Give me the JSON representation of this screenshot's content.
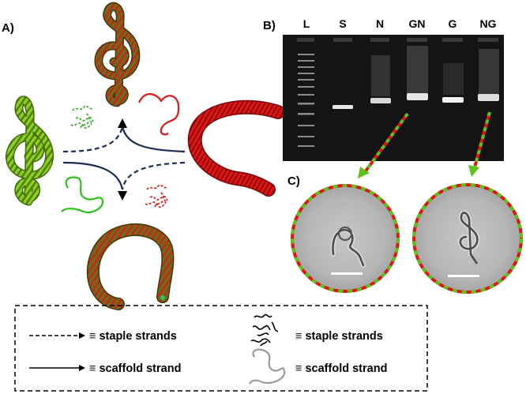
{
  "panels": {
    "a_label": "A)",
    "b_label": "B)",
    "c_label": "C)"
  },
  "gel": {
    "lanes": [
      "L",
      "S",
      "N",
      "GN",
      "G",
      "NG"
    ]
  },
  "legend": {
    "dashed_line_label": "≡ staple strands",
    "solid_line_label": "≡ scaffold strand",
    "staple_bundle_label": "≡ staple strands",
    "scaffold_loop_label": "≡ scaffold strand"
  },
  "colors": {
    "red": "#e01515",
    "green": "#6fbf1a",
    "olive": "#6f6a18",
    "navy": "#1c2c55",
    "gel_background": "#141414"
  }
}
